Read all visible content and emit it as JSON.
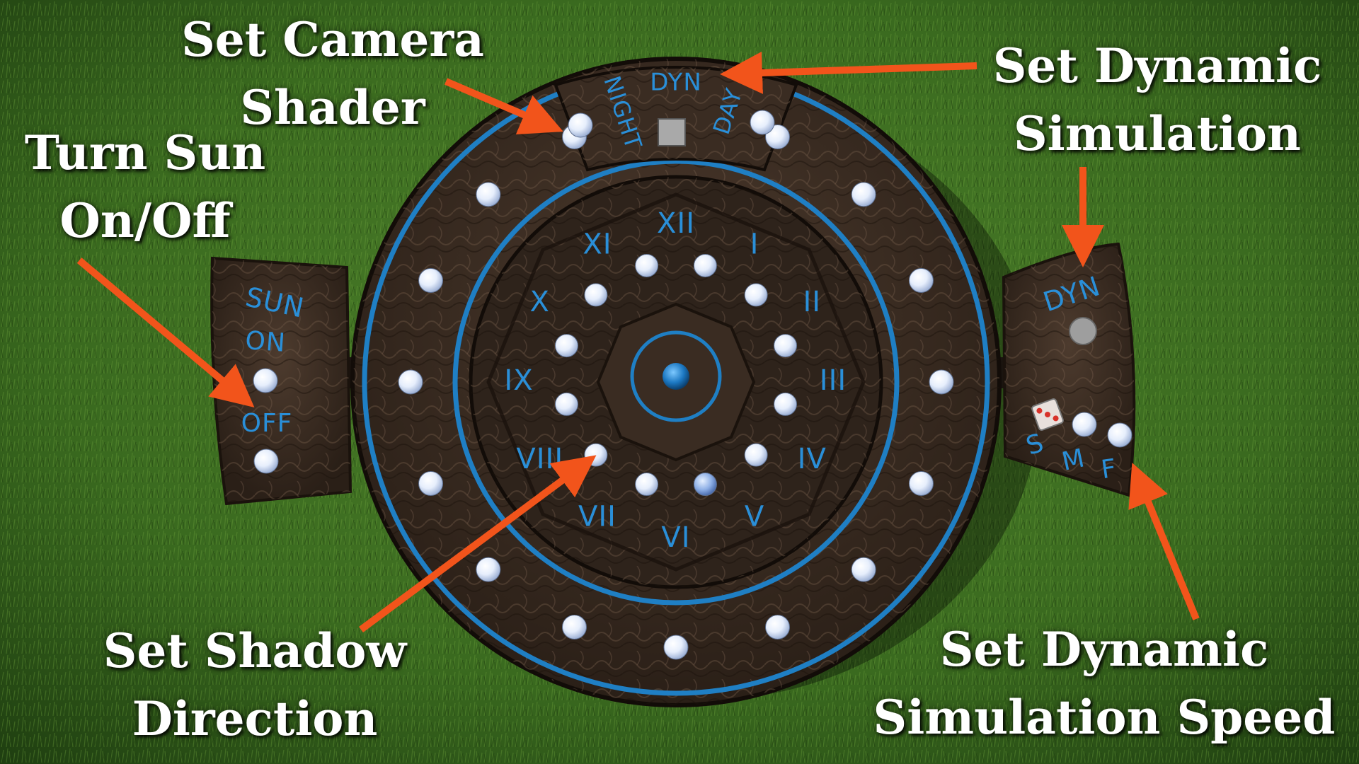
{
  "colors": {
    "grass": "#3f6f22",
    "grass_dark": "#1f3a12",
    "stone": "#3a2c22",
    "stone_light": "#5b4636",
    "ring_blue": "#1f7fc4",
    "glyph_blue": "#2a8fd8",
    "ball": "#e9f1ff",
    "arrow": "#f2541b",
    "label": "#ffffff"
  },
  "callouts": {
    "camera_shader": [
      "Set Camera",
      "Shader"
    ],
    "sun_toggle": [
      "Turn Sun",
      "On/Off"
    ],
    "dynamic_sim": [
      "Set Dynamic",
      "Simulation"
    ],
    "shadow_direction": [
      "Set Shadow",
      "Direction"
    ],
    "dynamic_speed": [
      "Set Dynamic",
      "Simulation Speed"
    ]
  },
  "top_panel": {
    "dyn_label": "DYN",
    "night_label": "NIGHT",
    "day_label": "DAY"
  },
  "sun_panel": {
    "title": "SUN",
    "on_label": "ON",
    "off_label": "OFF"
  },
  "dyn_panel": {
    "title": "DYN",
    "speed_labels": [
      "S",
      "M",
      "F"
    ]
  },
  "clock": {
    "numerals": [
      "XII",
      "I",
      "II",
      "III",
      "IV",
      "V",
      "VI",
      "VII",
      "VIII",
      "IX",
      "X",
      "XI"
    ]
  },
  "icons": {
    "center_orb": "earth-orb-icon",
    "dice": "dice-icon",
    "shader_square": "square-selector-icon",
    "dyn_toggle": "round-toggle-icon"
  }
}
